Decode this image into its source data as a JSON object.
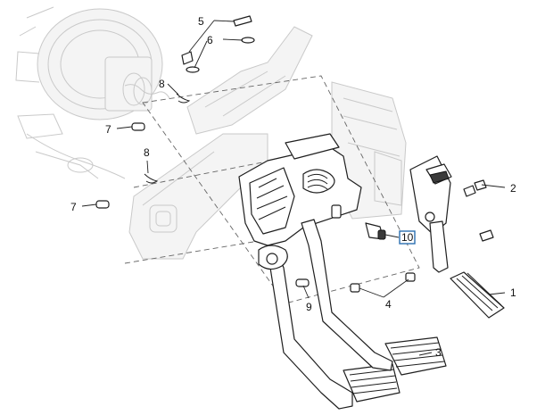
{
  "callouts": [
    {
      "id": "c1",
      "text": "1"
    },
    {
      "id": "c2",
      "text": "2"
    },
    {
      "id": "c3",
      "text": "3"
    },
    {
      "id": "c4",
      "text": "4"
    },
    {
      "id": "c5",
      "text": "5"
    },
    {
      "id": "c6",
      "text": "6"
    },
    {
      "id": "c7a",
      "text": "7"
    },
    {
      "id": "c7b",
      "text": "7"
    },
    {
      "id": "c8a",
      "text": "8"
    },
    {
      "id": "c8b",
      "text": "8"
    },
    {
      "id": "c9",
      "text": "9"
    },
    {
      "id": "c10",
      "text": "10"
    }
  ],
  "colors": {
    "part_outline": "#1f1f1f",
    "ghost_outline": "#c9c9c9",
    "highlight_box": "#2a6fb0"
  }
}
